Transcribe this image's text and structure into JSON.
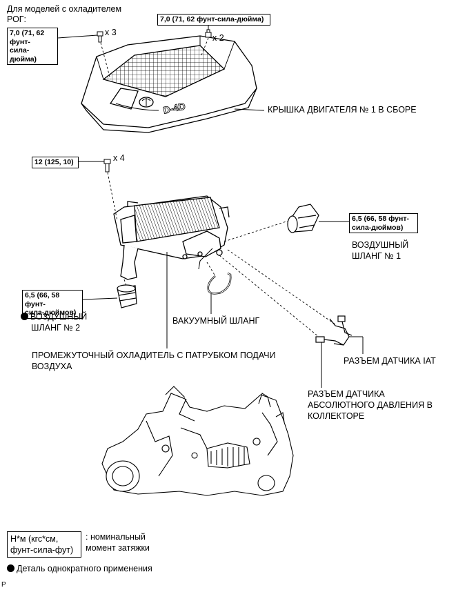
{
  "header": {
    "line1": "Для моделей с охладителем",
    "line2": "РОГ:"
  },
  "torques": {
    "cover_bolts": {
      "line1": "7,0 (71, 62 фунт-",
      "line2": "сила-дюйма)",
      "qty": "x 3"
    },
    "cover_nuts": {
      "line1": "7,0 (71, 62 фунт-сила-дюйма)",
      "qty": "x 2"
    },
    "intercooler_bolts": {
      "line1": "12 (125, 10)",
      "qty": "x 4"
    },
    "hose1_clamp": {
      "line1": "6,5 (66, 58 фунт-",
      "line2": "сила-дюймов)"
    },
    "hose2_clamp": {
      "line1": "6,5 (66, 58 фунт-",
      "line2": "сила-дюймов)"
    }
  },
  "labels": {
    "engine_cover": "КРЫШКА ДВИГАТЕЛЯ № 1 В СБОРЕ",
    "air_hose1": {
      "line1": "ВОЗДУШНЫЙ",
      "line2": "ШЛАНГ № 1"
    },
    "air_hose2": {
      "line1": "ВОЗДУШНЫЙ",
      "line2": "ШЛАНГ № 2"
    },
    "vacuum_hose": "ВАКУУМНЫЙ ШЛАНГ",
    "intercooler": {
      "line1": "ПРОМЕЖУТОЧНЫЙ ОХЛАДИТЕЛЬ С ПАТРУБКОМ ПОДАЧИ",
      "line2": "ВОЗДУХА"
    },
    "iat_connector": "РАЗЪЕМ ДАТЧИКА IAT",
    "map_connector": {
      "line1": "РАЗЪЕМ ДАТЧИКА",
      "line2": "АБСОЛЮТНОГО ДАВЛЕНИЯ В",
      "line3": "КОЛЛЕКТОРЕ"
    },
    "cover_logo": "D-4D"
  },
  "legend": {
    "unit_line1": "Н*м (кгс*см,",
    "unit_line2": "фунт-сила-фут)",
    "unit_desc1": ": номинальный",
    "unit_desc2": "момент затяжки",
    "single_use": "Деталь однократного применения"
  },
  "corner_mark": "P"
}
